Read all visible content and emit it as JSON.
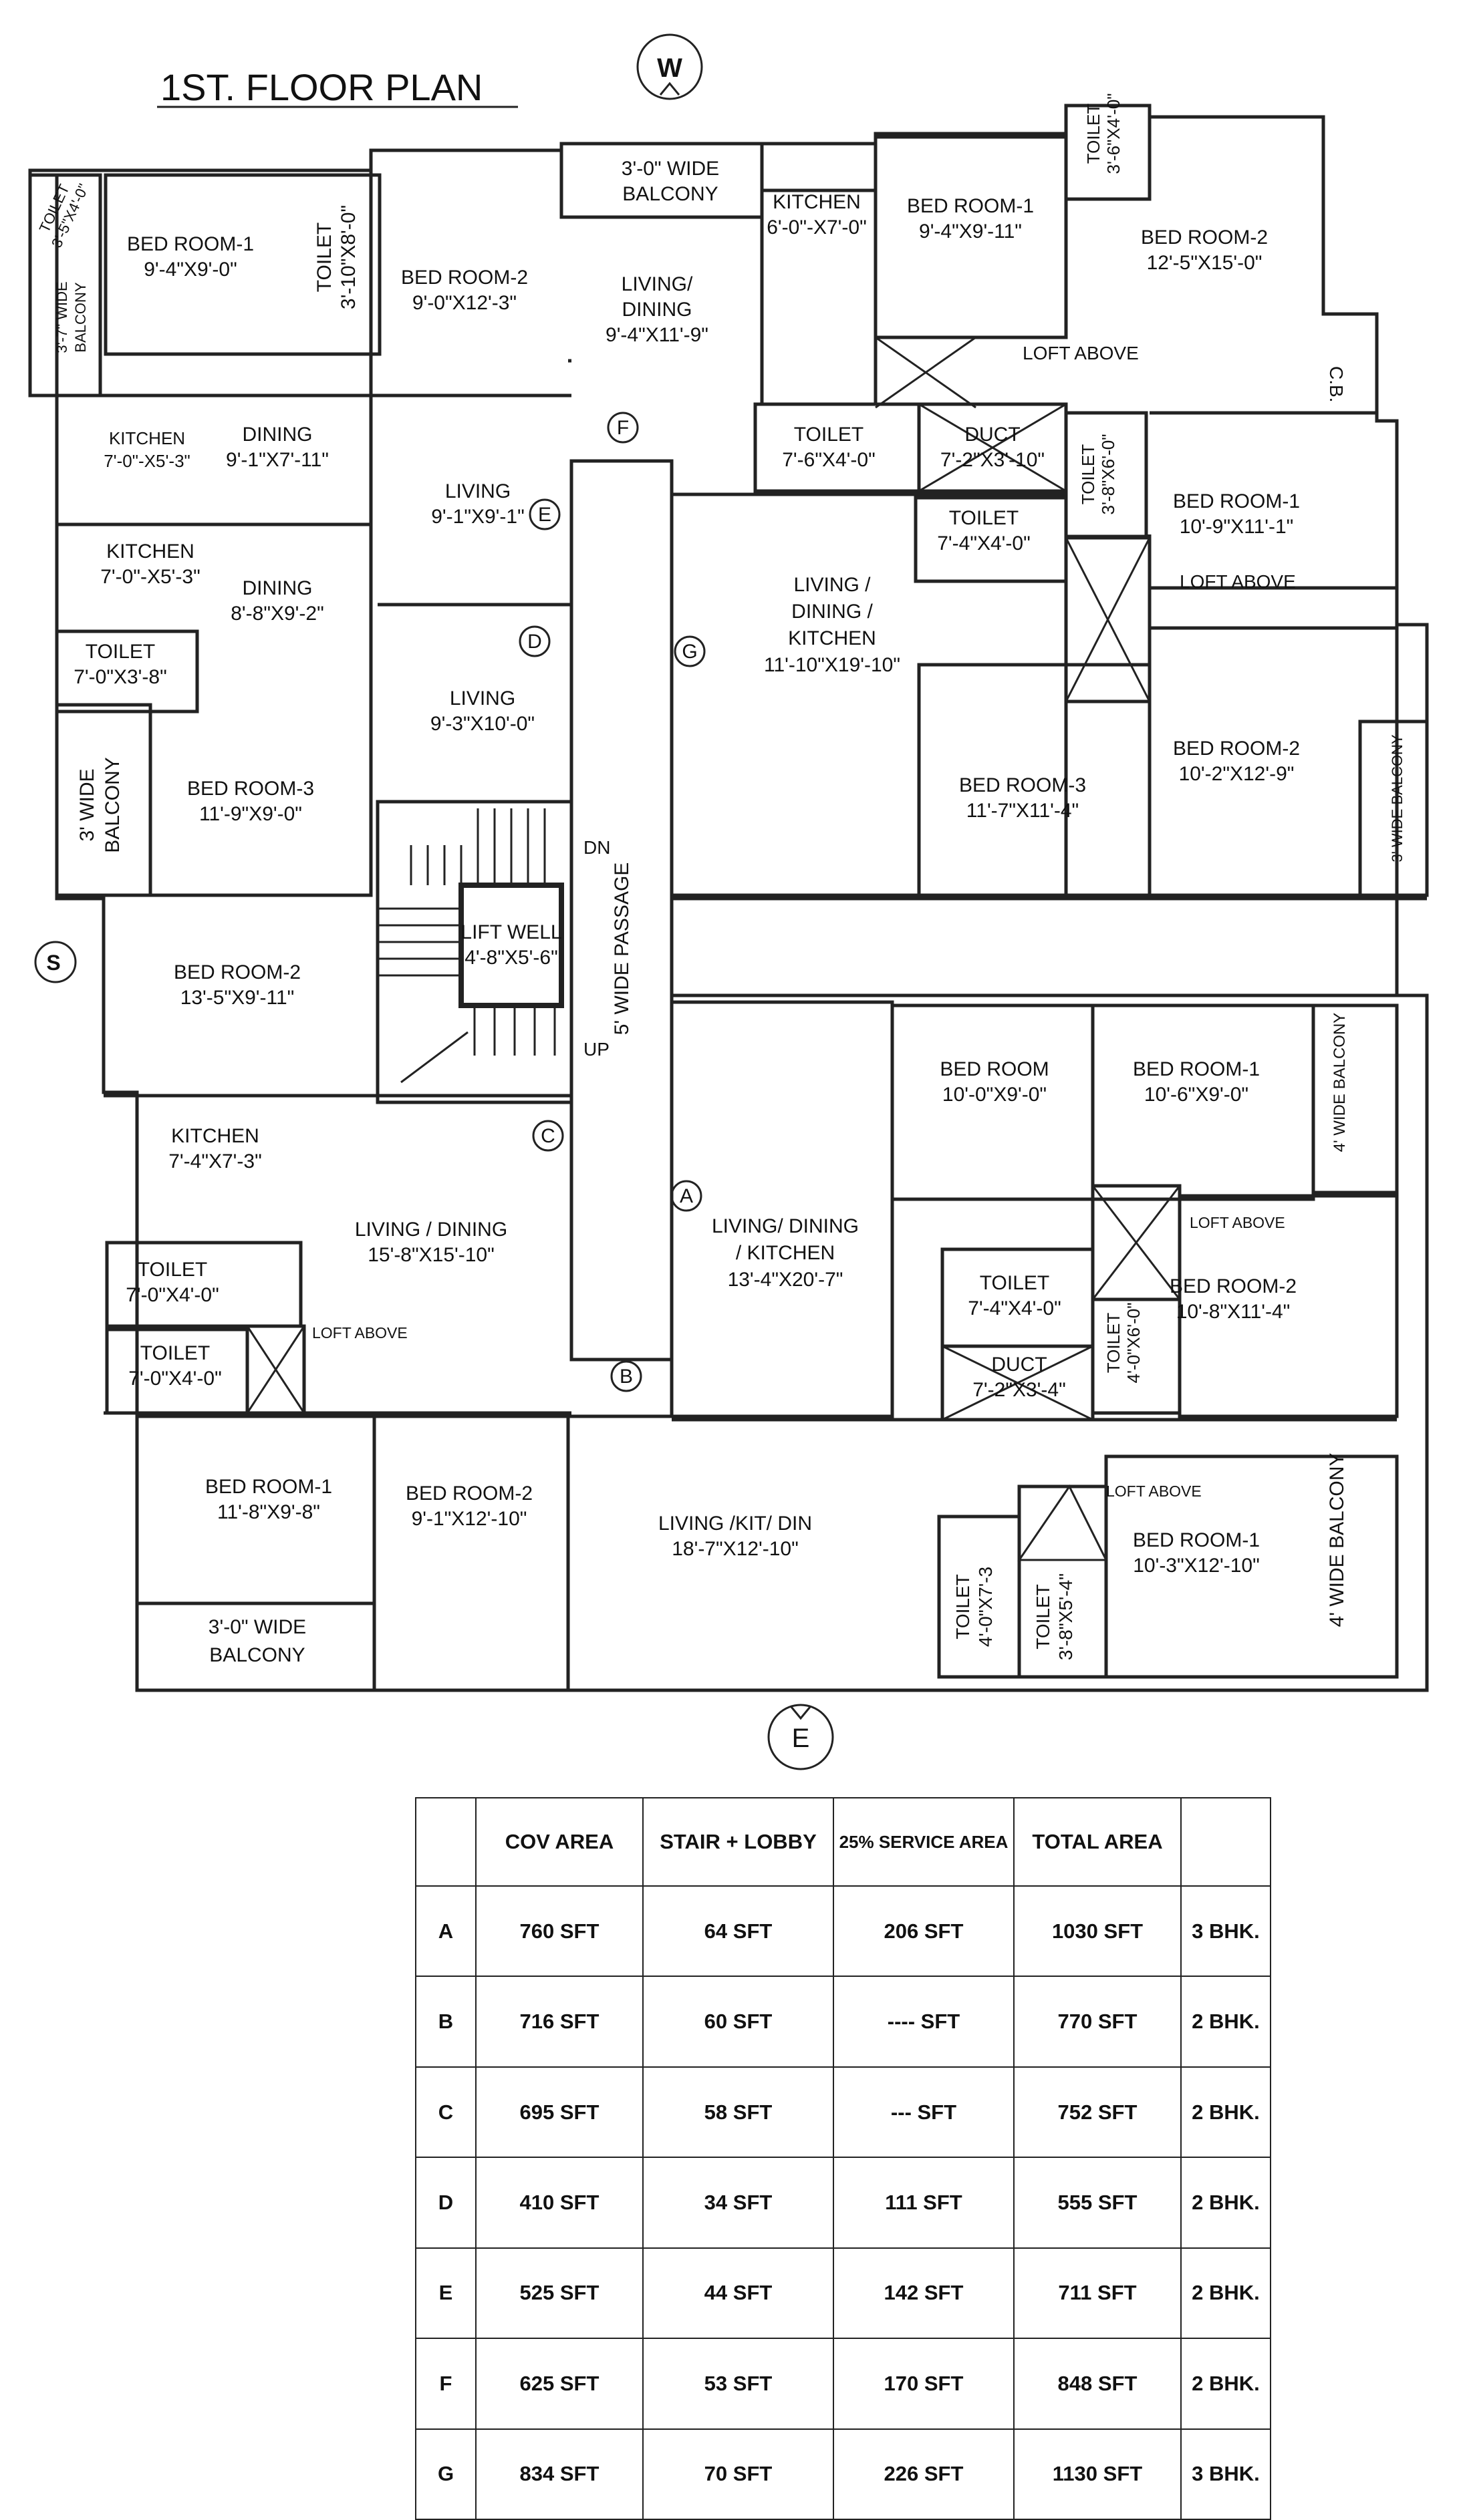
{
  "title": "1ST. FLOOR PLAN",
  "compass": {
    "north_side": "W",
    "south_side": "S",
    "east_side": "E"
  },
  "rooms": {
    "r1": [
      "TOILET",
      "3'-5\"X4'-0\""
    ],
    "r2": [
      "BED ROOM-1",
      "9'-4\"X9'-0\""
    ],
    "r3": [
      "TOILET",
      "3'-10\"X8'-0\""
    ],
    "r4": [
      "BED ROOM-2",
      "9'-0\"X12'-3\""
    ],
    "r5": [
      "3'-7\" WIDE",
      "BALCONY"
    ],
    "r6": [
      "KITCHEN",
      "7'-0\"-X5'-3\""
    ],
    "r7": [
      "DINING",
      "9'-1\"X7'-11\""
    ],
    "r8": [
      "LIVING",
      "9'-1\"X9'-1\""
    ],
    "r9": [
      "KITCHEN",
      "7'-0\"-X5'-3\""
    ],
    "r10": [
      "DINING",
      "8'-8\"X9'-2\""
    ],
    "r11": [
      "TOILET",
      "7'-0\"X3'-8\""
    ],
    "r12": [
      "LIVING",
      "9'-3\"X10'-0\""
    ],
    "r13": [
      "3' WIDE",
      "BALCONY"
    ],
    "r14": [
      "BED ROOM-3",
      "11'-9\"X9'-0\""
    ],
    "r15": [
      "3'-0\" WIDE",
      "BALCONY"
    ],
    "r16": [
      "KITCHEN",
      "6'-0\"-X7'-0\""
    ],
    "r17": [
      "LIVING/",
      "DINING",
      "9'-4\"X11'-9\""
    ],
    "r18": [
      "BED ROOM-1",
      "9'-4\"X9'-11\""
    ],
    "r19": [
      "TOILET",
      "3'-6\"X4'-0\""
    ],
    "r20": [
      "BED ROOM-2",
      "12'-5\"X15'-0\""
    ],
    "r21": [
      "TOILET",
      "7'-6\"X4'-0\""
    ],
    "r22": [
      "DUCT",
      "7'-2\"X3'-10\""
    ],
    "r23": [
      "TOILET",
      "3'-8\"X6'-0\""
    ],
    "r24": [
      "BED ROOM-1",
      "10'-9\"X11'-1\""
    ],
    "r25": [
      "TOILET",
      "7'-4\"X4'-0\""
    ],
    "r26": [
      "LIVING /",
      "DINING /",
      "KITCHEN",
      "11'-10\"X19'-10\""
    ],
    "r27": [
      "BED ROOM-2",
      "10'-2\"X12'-9\""
    ],
    "r28": [
      "BED ROOM-3",
      "11'-7\"X11'-4\""
    ],
    "r29": [
      "3' WIDE BALCONY"
    ],
    "r30": [
      "LIFT WELL",
      "4'-8\"X5'-6\""
    ],
    "r31": [
      "5' WIDE PASSAGE"
    ],
    "r32": [
      "BED ROOM-2",
      "13'-5\"X9'-11\""
    ],
    "r33": [
      "KITCHEN",
      "7'-4\"X7'-3\""
    ],
    "r34": [
      "LIVING / DINING",
      "15'-8\"X15'-10\""
    ],
    "r35": [
      "TOILET",
      "7'-0\"X4'-0\""
    ],
    "r36": [
      "TOILET",
      "7'-0\"X4'-0\""
    ],
    "r37": [
      "BED ROOM",
      "10'-0\"X9'-0\""
    ],
    "r38": [
      "BED ROOM-1",
      "10'-6\"X9'-0\""
    ],
    "r39": [
      "4' WIDE BALCONY"
    ],
    "r40": [
      "LIVING/ DINING",
      "/ KITCHEN",
      "13'-4\"X20'-7\""
    ],
    "r41": [
      "TOILET",
      "7'-4\"X4'-0\""
    ],
    "r42": [
      "BED ROOM-2",
      "10'-8\"X11'-4\""
    ],
    "r43": [
      "TOILET",
      "4'-0\"X6'-0\""
    ],
    "r44": [
      "DUCT",
      "7'-2\"X3'-4\""
    ],
    "r45": [
      "BED ROOM-1",
      "11'-8\"X9'-8\""
    ],
    "r46": [
      "BED ROOM-2",
      "9'-1\"X12'-10\""
    ],
    "r47": [
      "LIVING /KIT/ DIN",
      "18'-7\"X12'-10\""
    ],
    "r48": [
      "TOILET",
      "4'-0\"X7'-3"
    ],
    "r49": [
      "TOILET",
      "3'-8\"X5'-4\""
    ],
    "r50": [
      "BED ROOM-1",
      "10'-3\"X12'-10\""
    ],
    "r51": [
      "4' WIDE BALCONY"
    ],
    "r52": [
      "3'-0\" WIDE",
      "BALCONY"
    ]
  },
  "annotations": {
    "loft_above": "LOFT ABOVE",
    "cb": "C.B.",
    "dn": "DN",
    "up": "UP"
  },
  "unit_markers": [
    "A",
    "B",
    "C",
    "D",
    "E",
    "F",
    "G"
  ],
  "area_table": {
    "headers": [
      "",
      "COV AREA",
      "STAIR + LOBBY",
      "25% SERVICE AREA",
      "TOTAL AREA",
      ""
    ],
    "rows": [
      [
        "A",
        "760  SFT",
        "64 SFT",
        "206 SFT",
        "1030  SFT",
        "3 BHK."
      ],
      [
        "B",
        "716  SFT",
        "60 SFT",
        "---- SFT",
        "770  SFT",
        "2 BHK."
      ],
      [
        "C",
        "695 SFT",
        "58 SFT",
        "--- SFT",
        "752  SFT",
        "2 BHK."
      ],
      [
        "D",
        "410  SFT",
        "34 SFT",
        "111 SFT",
        "555  SFT",
        "2 BHK."
      ],
      [
        "E",
        "525  SFT",
        "44 SFT",
        "142 SFT",
        "711  SFT",
        "2 BHK."
      ],
      [
        "F",
        "625 SFT",
        "53 SFT",
        "170 SFT",
        "848  SFT",
        "2 BHK."
      ],
      [
        "G",
        "834 SFT",
        "70 SFT",
        "226 SFT",
        "1130  SFT",
        "3 BHK."
      ]
    ]
  }
}
